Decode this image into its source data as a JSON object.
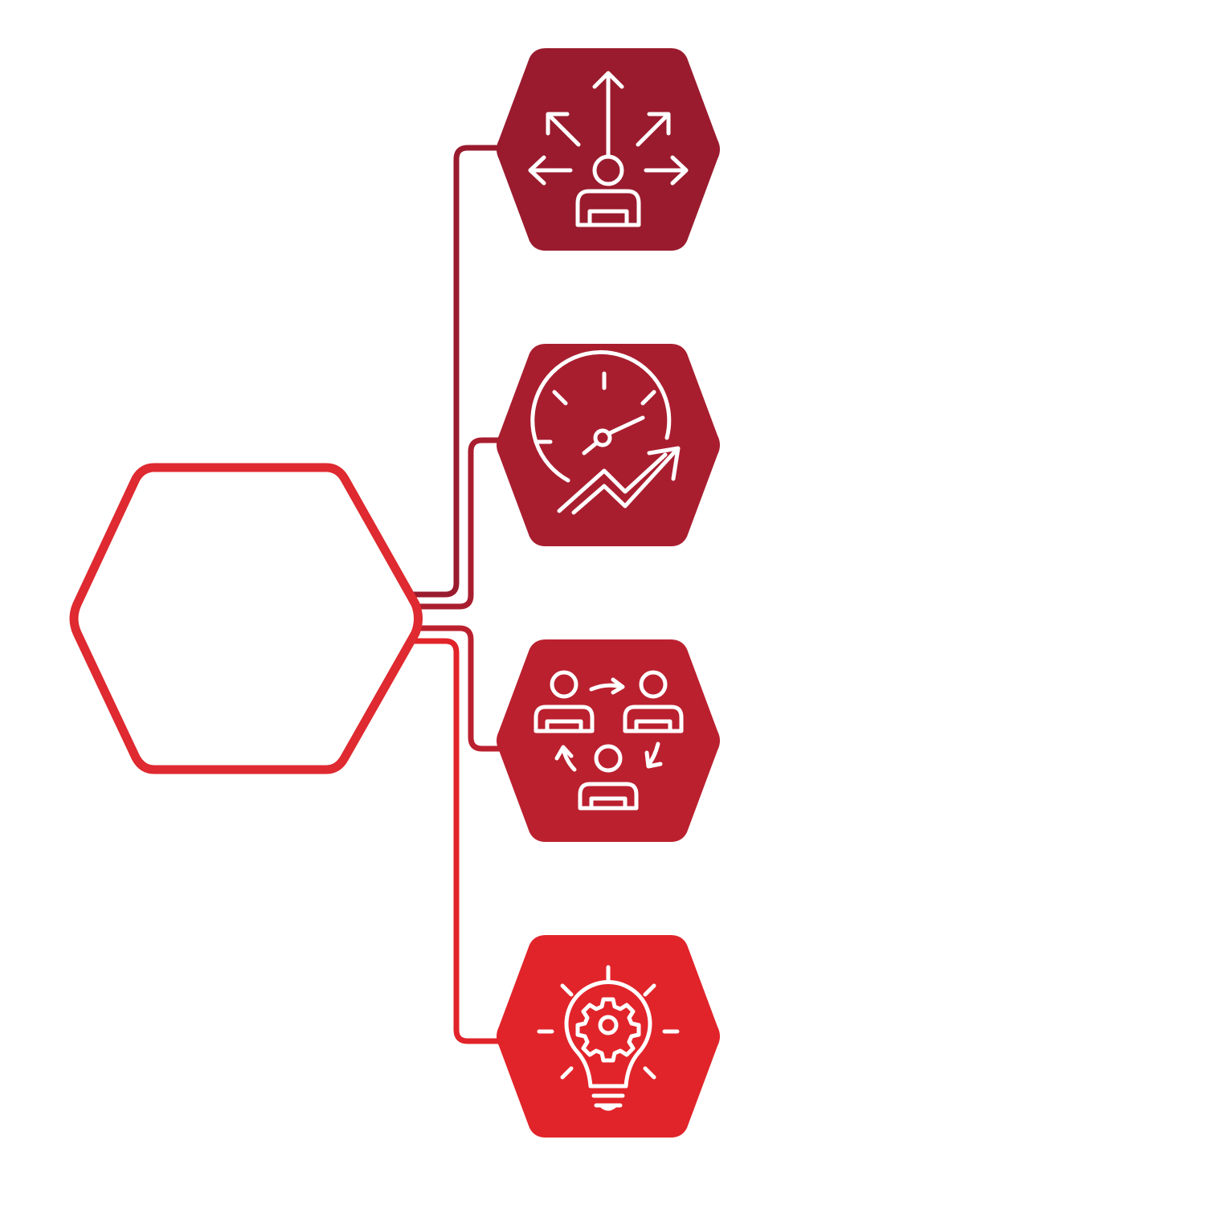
{
  "colors": {
    "background": "#ffffff",
    "hub_outline": "#de2a30",
    "icon_fg": "#ffffff",
    "node_1": "#9a1b2e",
    "node_2": "#a91e2f",
    "node_3": "#bb202f",
    "node_4": "#e1242a"
  },
  "hub": {
    "icon": "empty-hexagon"
  },
  "nodes": [
    {
      "id": "node-1",
      "icon": "person-arrows-outward-icon",
      "color_key": "node_1"
    },
    {
      "id": "node-2",
      "icon": "speedometer-growth-icon",
      "color_key": "node_2"
    },
    {
      "id": "node-3",
      "icon": "people-cycle-icon",
      "color_key": "node_3"
    },
    {
      "id": "node-4",
      "icon": "lightbulb-gear-icon",
      "color_key": "node_4"
    }
  ]
}
